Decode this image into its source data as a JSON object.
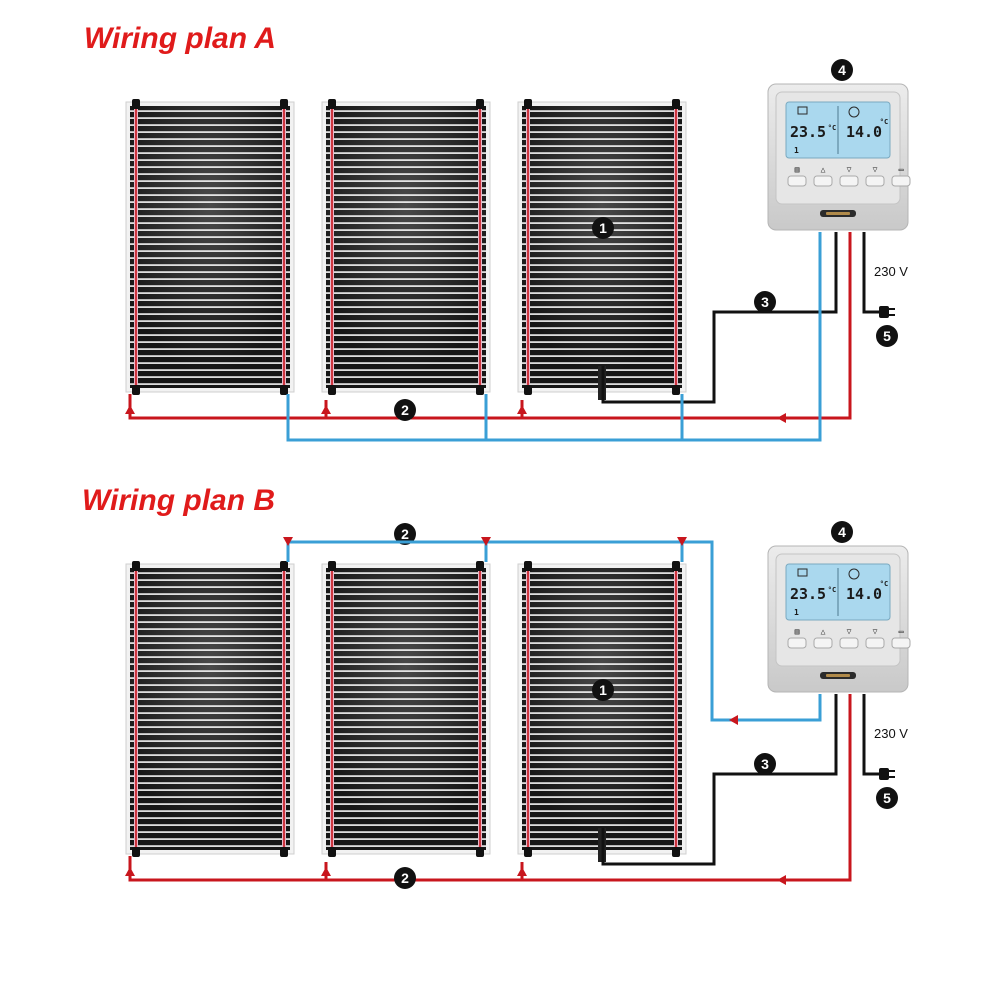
{
  "plans": [
    {
      "title": "Wiring plan A",
      "thermostat": {
        "temp_room": "23.5",
        "temp_set": "14.0",
        "unit": "°C",
        "mode": "1"
      },
      "callouts": {
        "heating_film": "1",
        "bus_wire": "2",
        "sensor_wire": "3",
        "thermostat": "4",
        "plug": "5"
      },
      "voltage": "230 V"
    },
    {
      "title": "Wiring plan B",
      "thermostat": {
        "temp_room": "23.5",
        "temp_set": "14.0",
        "unit": "°C",
        "mode": "1"
      },
      "callouts": {
        "heating_film": "1",
        "bus_wire_top": "2",
        "bus_wire_bottom": "2",
        "sensor_wire": "3",
        "thermostat": "4",
        "plug": "5"
      },
      "voltage": "230 V"
    }
  ],
  "colors": {
    "title": "#e01b1b",
    "live_wire": "#c8161d",
    "neutral_wire": "#3a9fd6",
    "sensor_wire": "#111111",
    "film": "#141414",
    "thermostat_body": "#d8d8d8",
    "lcd": "#aad8ee"
  }
}
